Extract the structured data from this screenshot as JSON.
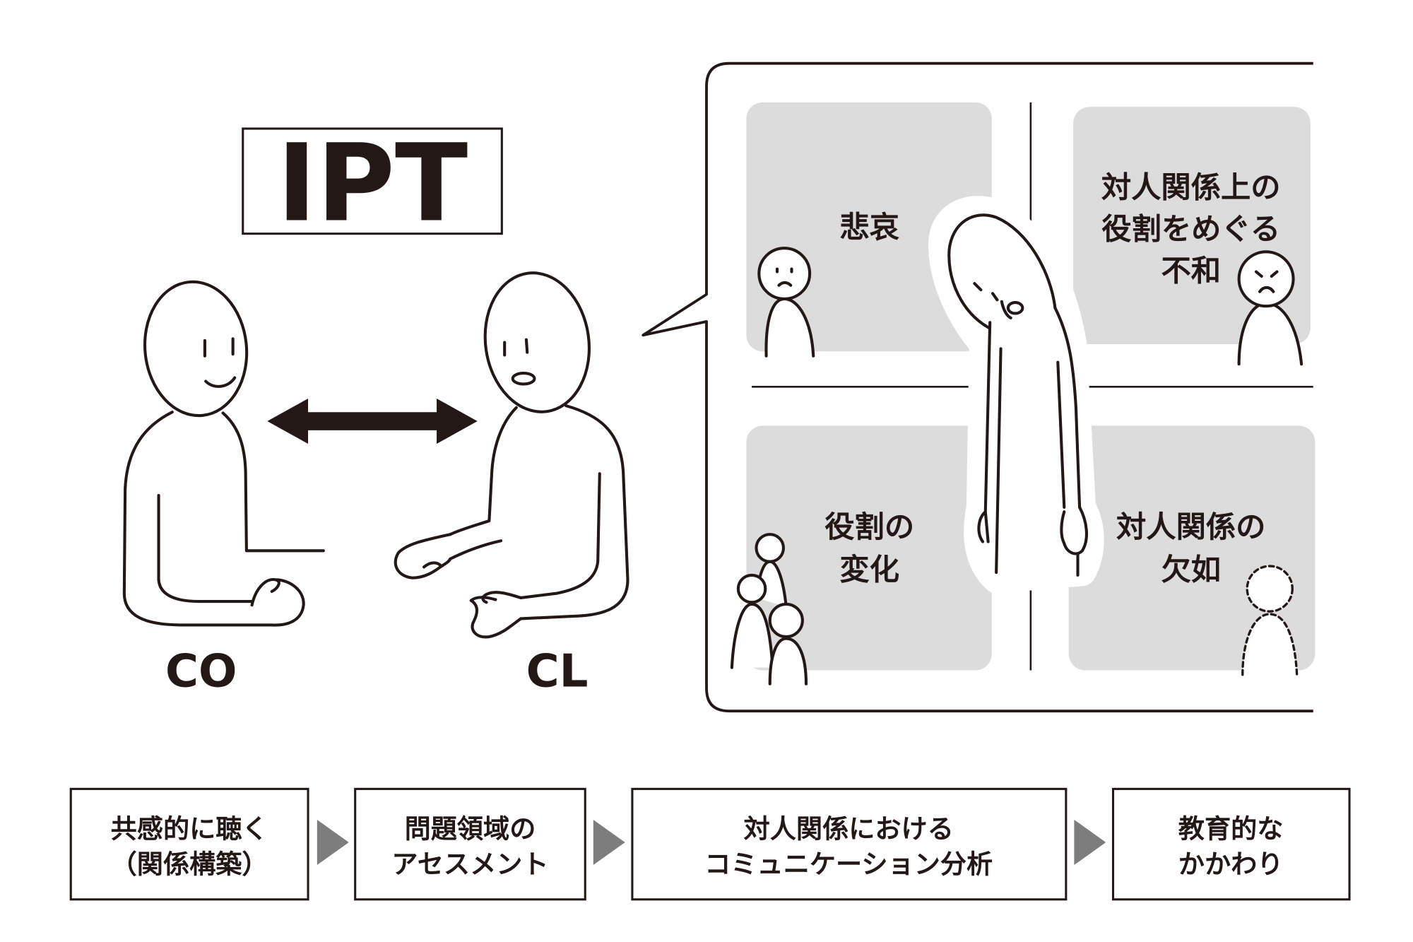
{
  "title": "IPT",
  "roles": {
    "counselor": "CO",
    "client": "CL"
  },
  "problem_areas": [
    {
      "lines": [
        "悲哀"
      ]
    },
    {
      "lines": [
        "対人関係上の",
        "役割をめぐる",
        "不和"
      ]
    },
    {
      "lines": [
        "役割の",
        "変化"
      ]
    },
    {
      "lines": [
        "対人関係の",
        "欠如"
      ]
    }
  ],
  "process_steps": [
    {
      "lines": [
        "共感的に聴く",
        "（関係構築）"
      ]
    },
    {
      "lines": [
        "問題領域の",
        "アセスメント"
      ]
    },
    {
      "lines": [
        "対人関係における",
        "コミュニケーション分析"
      ]
    },
    {
      "lines": [
        "教育的な",
        "かかわり"
      ]
    }
  ],
  "colors": {
    "ink": "#231815",
    "panel": "#dcdcdd",
    "step_arrow": "#7d7d7d"
  }
}
